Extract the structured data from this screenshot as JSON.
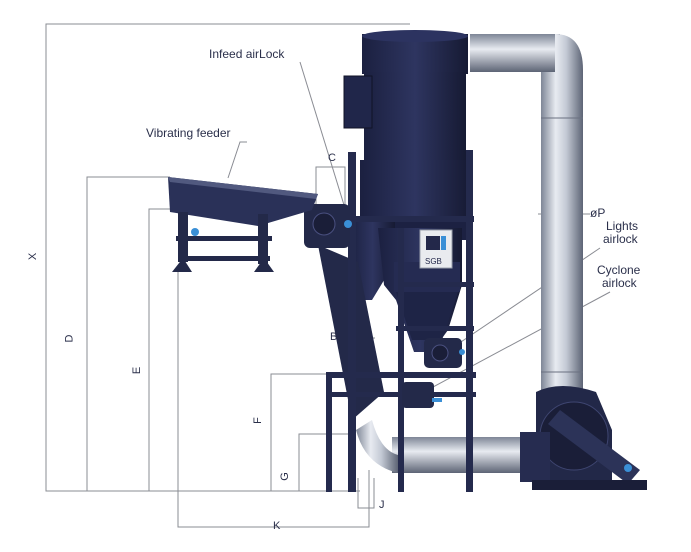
{
  "labels": {
    "infeed_airlock": "Infeed airLock",
    "vibrating_feeder": "Vibrating feeder",
    "lights_airlock_line1": "Lights",
    "lights_airlock_line2": "airlock",
    "cyclone_airlock_line1": "Cyclone",
    "cyclone_airlock_line2": "airlock",
    "diameter_p": "øP",
    "logo_text": "SGB"
  },
  "dimensions": {
    "x": "X",
    "c": "C",
    "d": "D",
    "e": "E",
    "b": "B",
    "f": "F",
    "g": "G",
    "j": "J",
    "k": "K"
  },
  "colors": {
    "frame": "#23284a",
    "frame_dark": "#171b33",
    "duct": "#a9b1bf",
    "duct_light": "#e3e7ee",
    "dim_line": "#7d7f86",
    "accent_blue": "#3a8fd6",
    "label": "#2a2f4a"
  }
}
